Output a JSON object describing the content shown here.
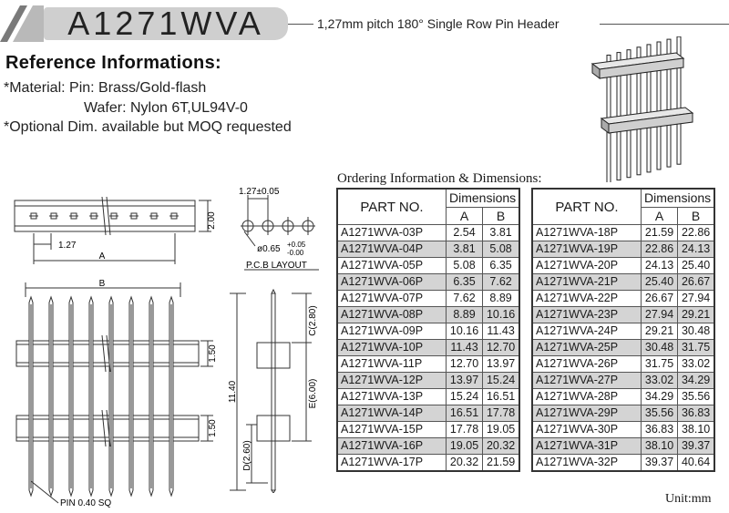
{
  "header": {
    "part_series": "A1271WVA",
    "subtitle": "1,27mm pitch 180° Single Row Pin Header"
  },
  "reference": {
    "title": "Reference Informations:",
    "lines": [
      "*Material: Pin: Brass/Gold-flash",
      "Wafer: Nylon 6T,UL94V-0",
      "*Optional Dim. available but MOQ requested"
    ]
  },
  "drawing": {
    "top_view": {
      "dim_height": "2.00",
      "dim_pitch": "1.27",
      "dim_a": "A"
    },
    "pcb": {
      "pitch": "1.27±0.05",
      "hole": "ø0.65",
      "tol_plus": "+0.05",
      "tol_minus": "-0.00",
      "label": "P.C.B  LAYOUT"
    },
    "front_view": {
      "dim_b": "B",
      "dim_wafer1": "1.50",
      "dim_wafer2": "1.50",
      "pin_label": "PIN 0.40 SQ"
    },
    "side_view": {
      "c": "C(2.80)",
      "total": "11.40",
      "e": "E(6.00)",
      "d": "D(2.60)"
    }
  },
  "ordering": {
    "title": "Ordering Information & Dimensions:",
    "unit": "Unit:mm",
    "headers": {
      "part": "PART NO.",
      "dims": "Dimensions",
      "a": "A",
      "b": "B"
    },
    "table_left": [
      {
        "part": "A1271WVA-03P",
        "a": "2.54",
        "b": "3.81"
      },
      {
        "part": "A1271WVA-04P",
        "a": "3.81",
        "b": "5.08"
      },
      {
        "part": "A1271WVA-05P",
        "a": "5.08",
        "b": "6.35"
      },
      {
        "part": "A1271WVA-06P",
        "a": "6.35",
        "b": "7.62"
      },
      {
        "part": "A1271WVA-07P",
        "a": "7.62",
        "b": "8.89"
      },
      {
        "part": "A1271WVA-08P",
        "a": "8.89",
        "b": "10.16"
      },
      {
        "part": "A1271WVA-09P",
        "a": "10.16",
        "b": "11.43"
      },
      {
        "part": "A1271WVA-10P",
        "a": "11.43",
        "b": "12.70"
      },
      {
        "part": "A1271WVA-11P",
        "a": "12.70",
        "b": "13.97"
      },
      {
        "part": "A1271WVA-12P",
        "a": "13.97",
        "b": "15.24"
      },
      {
        "part": "A1271WVA-13P",
        "a": "15.24",
        "b": "16.51"
      },
      {
        "part": "A1271WVA-14P",
        "a": "16.51",
        "b": "17.78"
      },
      {
        "part": "A1271WVA-15P",
        "a": "17.78",
        "b": "19.05"
      },
      {
        "part": "A1271WVA-16P",
        "a": "19.05",
        "b": "20.32"
      },
      {
        "part": "A1271WVA-17P",
        "a": "20.32",
        "b": "21.59"
      }
    ],
    "table_right": [
      {
        "part": "A1271WVA-18P",
        "a": "21.59",
        "b": "22.86"
      },
      {
        "part": "A1271WVA-19P",
        "a": "22.86",
        "b": "24.13"
      },
      {
        "part": "A1271WVA-20P",
        "a": "24.13",
        "b": "25.40"
      },
      {
        "part": "A1271WVA-21P",
        "a": "25.40",
        "b": "26.67"
      },
      {
        "part": "A1271WVA-22P",
        "a": "26.67",
        "b": "27.94"
      },
      {
        "part": "A1271WVA-23P",
        "a": "27.94",
        "b": "29.21"
      },
      {
        "part": "A1271WVA-24P",
        "a": "29.21",
        "b": "30.48"
      },
      {
        "part": "A1271WVA-25P",
        "a": "30.48",
        "b": "31.75"
      },
      {
        "part": "A1271WVA-26P",
        "a": "31.75",
        "b": "33.02"
      },
      {
        "part": "A1271WVA-27P",
        "a": "33.02",
        "b": "34.29"
      },
      {
        "part": "A1271WVA-28P",
        "a": "34.29",
        "b": "35.56"
      },
      {
        "part": "A1271WVA-29P",
        "a": "35.56",
        "b": "36.83"
      },
      {
        "part": "A1271WVA-30P",
        "a": "36.83",
        "b": "38.10"
      },
      {
        "part": "A1271WVA-31P",
        "a": "38.10",
        "b": "39.37"
      },
      {
        "part": "A1271WVA-32P",
        "a": "39.37",
        "b": "40.64"
      }
    ]
  }
}
